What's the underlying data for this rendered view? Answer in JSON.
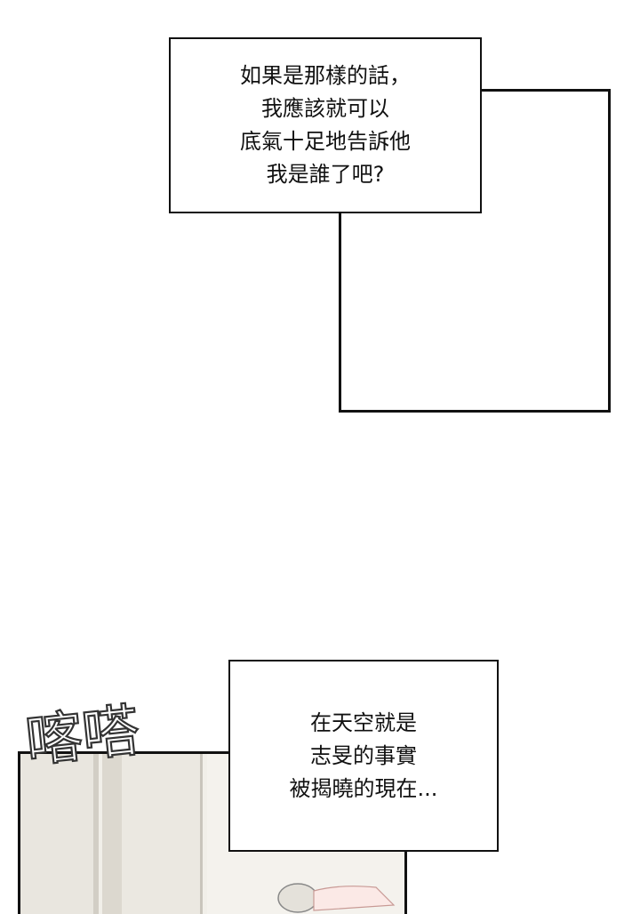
{
  "bubbles": {
    "top": {
      "lines": [
        "如果是那樣的話，",
        "我應該就可以",
        "底氣十足地告訴他",
        "我是誰了吧?"
      ]
    },
    "bottom": {
      "lines": [
        "在天空就是",
        "志旻的事實",
        "被揭曉的現在..."
      ]
    }
  },
  "sfx": {
    "text": "喀嗒"
  },
  "colors": {
    "ink": "#111111",
    "paper": "#ffffff",
    "door": "#f1efe9"
  }
}
